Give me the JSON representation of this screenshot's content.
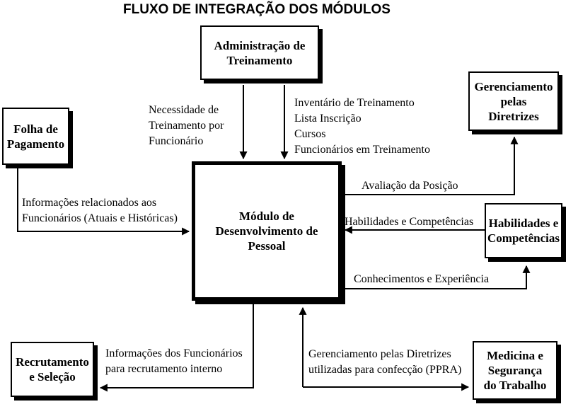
{
  "title": "FLUXO DE INTEGRAÇÃO DOS MÓDULOS",
  "colors": {
    "background": "#ffffff",
    "box_fill": "#ffffff",
    "box_border": "#000000",
    "box_shadow": "#000000",
    "line": "#000000",
    "text": "#000000"
  },
  "nodes": {
    "admin_treinamento": {
      "label": "Administração de\nTreinamento"
    },
    "gerenciamento_diretrizes": {
      "label": "Gerenciamento\npelas\nDiretrizes"
    },
    "folha_pagamento": {
      "label": "Folha de\nPagamento"
    },
    "modulo_central": {
      "label": "Módulo de\nDesenvolvimento de\nPessoal"
    },
    "habilidades_competencias": {
      "label": "Habilidades e\nCompetências"
    },
    "recrutamento_selecao": {
      "label": "Recrutamento\ne Seleção"
    },
    "medicina_seguranca": {
      "label": "Medicina e\nSegurança\ndo Trabalho"
    }
  },
  "edge_labels": {
    "necessidade": "Necessidade de\nTreinamento por\nFuncionário",
    "inventario": "Inventário de Treinamento\nLista Inscrição\nCursos\nFuncionários em Treinamento",
    "avaliacao": "Avaliação da Posição",
    "informacoes_folha": "Informações relacionados aos\nFuncionários (Atuais e Históricas)",
    "habilidades": "Habilidades e Competências",
    "conhecimentos": "Conhecimentos e Experiência",
    "informacoes_recrutamento": "Informações dos Funcionários\npara recrutamento interno",
    "gerenciamento_ppra": "Gerenciamento pelas Diretrizes\nutilizadas para confecção (PPRA)"
  },
  "edges": [
    {
      "from": "admin_treinamento",
      "to": "modulo_central",
      "label": "Necessidade de Treinamento por Funcionário",
      "direction": "down"
    },
    {
      "from": "admin_treinamento",
      "to": "modulo_central",
      "label": "Inventário de Treinamento, Lista Inscrição, Cursos, Funcionários em Treinamento",
      "direction": "down"
    },
    {
      "from": "modulo_central",
      "to": "gerenciamento_diretrizes",
      "label": "Avaliação da Posição",
      "direction": "up"
    },
    {
      "from": "folha_pagamento",
      "to": "modulo_central",
      "label": "Informações relacionados aos Funcionários (Atuais e Históricas)",
      "direction": "right"
    },
    {
      "from": "habilidades_competencias",
      "to": "modulo_central",
      "label": "Habilidades e Competências",
      "direction": "left"
    },
    {
      "from": "modulo_central",
      "to": "habilidades_competencias",
      "label": "Conhecimentos e Experiência",
      "direction": "up"
    },
    {
      "from": "modulo_central",
      "to": "recrutamento_selecao",
      "label": "Informações dos Funcionários para recrutamento interno",
      "direction": "left"
    },
    {
      "from": "modulo_central",
      "to": "medicina_seguranca",
      "label": "Gerenciamento pelas Diretrizes utilizadas para confecção (PPRA)",
      "direction": "bidirectional"
    }
  ]
}
